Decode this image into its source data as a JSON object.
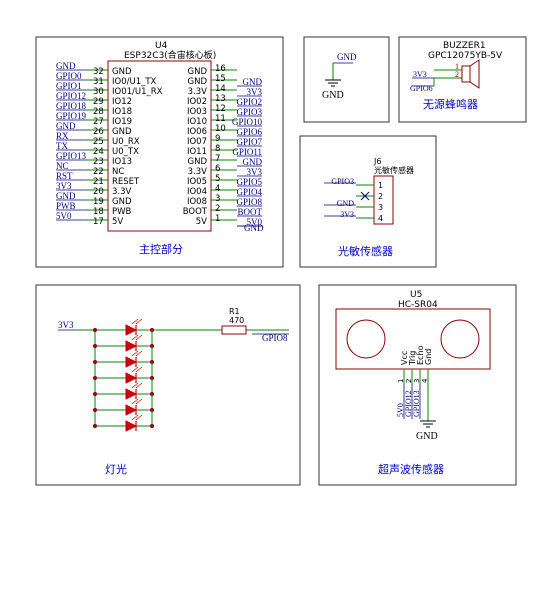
{
  "colors": {
    "frame": "#333333",
    "wire": "#008800",
    "net": "#000080",
    "part": "#8b0000",
    "label": "#000000",
    "title": "#0000cc",
    "led": "#cc0000",
    "dot": "#990000"
  },
  "u4": {
    "ref": "U4",
    "name": "ESP32C3(合宙核心板)",
    "left_pins": [
      {
        "num": "32",
        "name": "GND",
        "net": "GND"
      },
      {
        "num": "31",
        "name": "IO0/U1_TX",
        "net": "GPIO0"
      },
      {
        "num": "30",
        "name": "IO01/U1_RX",
        "net": "GPIO1"
      },
      {
        "num": "29",
        "name": "IO12",
        "net": "GPIO12"
      },
      {
        "num": "28",
        "name": "IO18",
        "net": "GPIO18"
      },
      {
        "num": "27",
        "name": "IO19",
        "net": "GPIO19"
      },
      {
        "num": "26",
        "name": "GND",
        "net": "GND"
      },
      {
        "num": "25",
        "name": "U0_RX",
        "net": "RX"
      },
      {
        "num": "24",
        "name": "U0_TX",
        "net": "TX"
      },
      {
        "num": "23",
        "name": "IO13",
        "net": "GPIO13"
      },
      {
        "num": "22",
        "name": "NC",
        "net": "NC"
      },
      {
        "num": "21",
        "name": "RESET",
        "net": "RST"
      },
      {
        "num": "20",
        "name": "3.3V",
        "net": "3V3"
      },
      {
        "num": "19",
        "name": "GND",
        "net": "GND"
      },
      {
        "num": "18",
        "name": "PWB",
        "net": "PWB"
      },
      {
        "num": "17",
        "name": "5V",
        "net": "5V0"
      }
    ],
    "right_pins": [
      {
        "num": "16",
        "name": "GND",
        "net": ""
      },
      {
        "num": "15",
        "name": "GND",
        "net": "GND"
      },
      {
        "num": "14",
        "name": "3.3V",
        "net": "3V3"
      },
      {
        "num": "13",
        "name": "IO02",
        "net": "GPIO2"
      },
      {
        "num": "12",
        "name": "IO03",
        "net": "GPIO3"
      },
      {
        "num": "11",
        "name": "IO10",
        "net": "GPIO10"
      },
      {
        "num": "10",
        "name": "IO06",
        "net": "GPIO6"
      },
      {
        "num": "9",
        "name": "IO07",
        "net": "GPIO7"
      },
      {
        "num": "8",
        "name": "IO11",
        "net": "GPIO11"
      },
      {
        "num": "7",
        "name": "GND",
        "net": "GND"
      },
      {
        "num": "6",
        "name": "3.3V",
        "net": "3V3"
      },
      {
        "num": "5",
        "name": "IO05",
        "net": "GPIO5"
      },
      {
        "num": "4",
        "name": "IO04",
        "net": "GPIO4"
      },
      {
        "num": "3",
        "name": "IO08",
        "net": "GPIO8"
      },
      {
        "num": "2",
        "name": "BOOT",
        "net": "BOOT"
      },
      {
        "num": "1",
        "name": "5V",
        "net": "5V0"
      }
    ],
    "extra_net": "GND",
    "section_title": "主控部分"
  },
  "gnd_block": {
    "net_top": "GND",
    "net_bottom": "GND"
  },
  "buzzer": {
    "ref": "BUZZER1",
    "part": "GPC12075YB-5V",
    "pin1": "1",
    "pin2": "2",
    "net1": "3V3",
    "net2": "GPIO6",
    "section_title": "无源蜂鸣器"
  },
  "light_sensor": {
    "ref": "J6",
    "name": "光敏传感器",
    "pins": [
      "1",
      "2",
      "3",
      "4"
    ],
    "nets": [
      "GPIO3",
      "",
      "GND",
      "3V3"
    ],
    "section_title": "光敏传感器"
  },
  "leds": {
    "supply_net": "3V3",
    "resistor_ref": "R1",
    "resistor_value": "470",
    "out_net": "GPIO8",
    "count": 7,
    "section_title": "灯光"
  },
  "ultrasonic": {
    "ref": "U5",
    "part": "HC-SR04",
    "pin_names": [
      "Vcc",
      "Trig",
      "Echo",
      "Gnd"
    ],
    "pin_nums": [
      "1",
      "2",
      "3",
      "4"
    ],
    "nets": [
      "5V0",
      "GPIO12",
      "GPIO13",
      ""
    ],
    "gnd_net": "GND",
    "section_title": "超声波传感器"
  }
}
